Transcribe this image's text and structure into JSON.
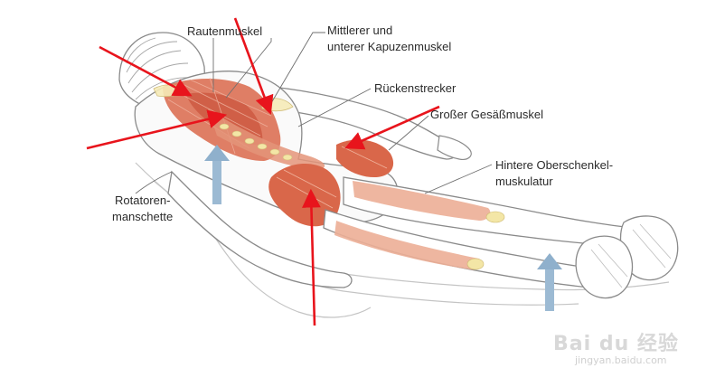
{
  "labels": {
    "rautenmuskel": "Rautenmuskel",
    "kapuzen_line1": "Mittlerer und",
    "kapuzen_line2": "unterer Kapuzenmuskel",
    "rueckenstrecker": "Rückenstrecker",
    "gesaess": "Großer Gesäßmuskel",
    "oberschenkel_line1": "Hintere Oberschenkel-",
    "oberschenkel_line2": "muskulatur",
    "rotatoren_line1": "Rotatoren-",
    "rotatoren_line2": "manschette"
  },
  "watermark": {
    "brand": "Bai du 经验",
    "url": "jingyan.baidu.com"
  },
  "colors": {
    "muscle": "#d9674a",
    "muscle_light": "#ecae96",
    "arrow_red": "#e8141c",
    "arrow_blue": "#8fb0cc",
    "outline": "#9a9a9a",
    "body_fill": "#f7f7f7"
  }
}
